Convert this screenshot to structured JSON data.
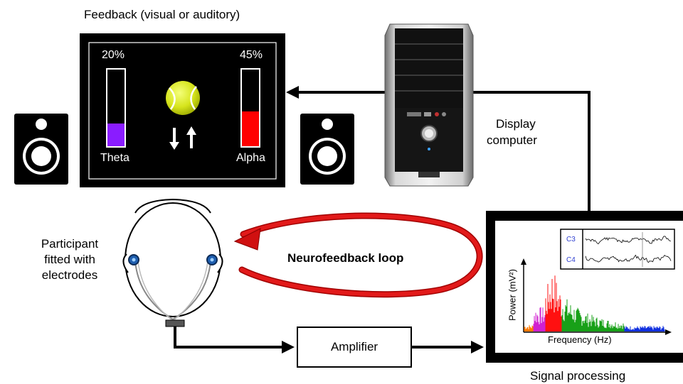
{
  "feedback": {
    "title": "Feedback (visual or auditory)",
    "theta_percent": "20%",
    "theta_label": "Theta",
    "theta_level": 0.3,
    "theta_color": "#8a1cff",
    "alpha_percent": "45%",
    "alpha_label": "Alpha",
    "alpha_level": 0.45,
    "alpha_color": "#ff0000"
  },
  "computer": {
    "label_line1": "Display",
    "label_line2": "computer"
  },
  "participant": {
    "line1": "Participant",
    "line2": "fitted with",
    "line3": "electrodes"
  },
  "loop": {
    "label": "Neurofeedback loop",
    "arrow_color": "#d01010"
  },
  "amplifier": {
    "label": "Amplifier"
  },
  "signal": {
    "label": "Signal processing",
    "channel1": "C3",
    "channel2": "C4",
    "ylabel": "Power (mV²)",
    "xlabel": "Frequency (Hz)",
    "band_colors": [
      "#ff7a00",
      "#d020d0",
      "#ff1010",
      "#18a018",
      "#1030e0"
    ]
  }
}
